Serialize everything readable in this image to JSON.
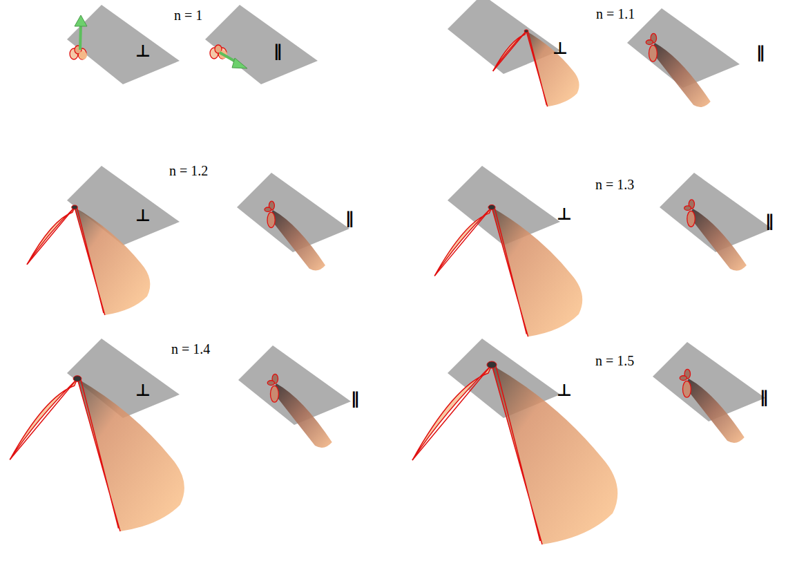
{
  "diagram": {
    "labels": [
      "n = 1",
      "⊥",
      "∥",
      "n = 1.1",
      "⊥",
      "∥",
      "n = 1.2",
      "⊥",
      "∥",
      "n = 1.3",
      "⊥",
      "∥",
      "n = 1.4",
      "⊥",
      "∥",
      "n = 1.5",
      "⊥",
      "∥"
    ]
  }
}
